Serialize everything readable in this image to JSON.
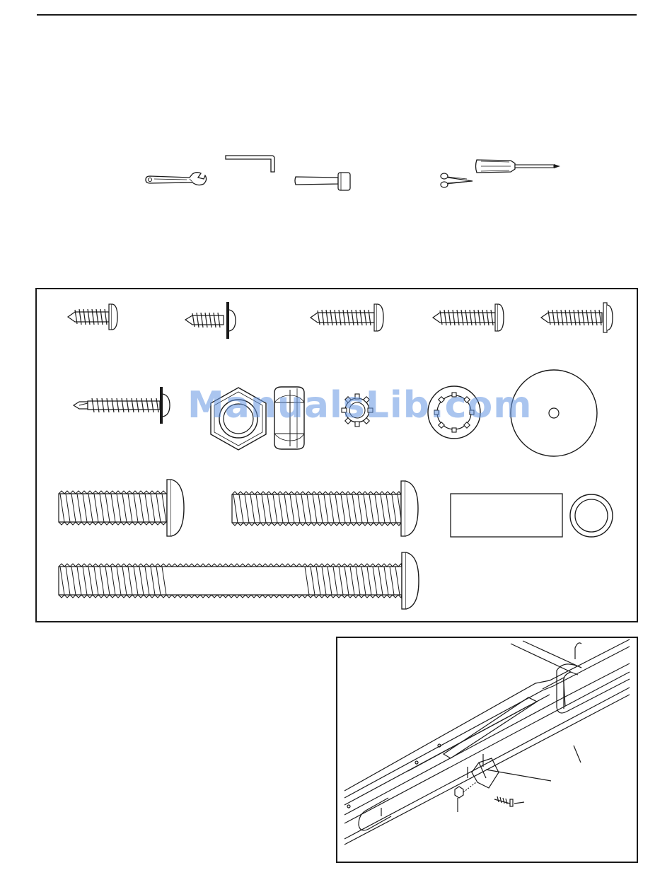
{
  "page": {
    "watermark": "ManualsLib.com"
  },
  "tools": [
    {
      "name": "adjustable-wrench-icon"
    },
    {
      "name": "hex-key-icon"
    },
    {
      "name": "rubber-mallet-icon"
    },
    {
      "name": "scissors-icon"
    },
    {
      "name": "phillips-screwdriver-icon"
    }
  ],
  "parts": {
    "screws_row1": [
      "screw-1",
      "screw-2",
      "screw-3",
      "screw-4",
      "screw-5"
    ],
    "row2": [
      "self-tapping-screw",
      "hex-nut",
      "nylon-locknut",
      "star-washer-small",
      "star-washer-large",
      "flat-washer"
    ],
    "bolts": [
      "bolt-short",
      "bolt-medium",
      "bolt-long"
    ],
    "other": [
      "label-rectangle",
      "spacer-ring"
    ]
  },
  "figure": {
    "description_visible": ""
  }
}
